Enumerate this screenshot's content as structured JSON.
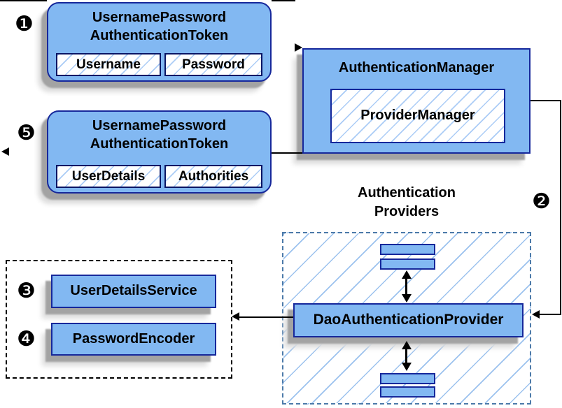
{
  "badges": {
    "step1": "❶",
    "step2": "❷",
    "step3": "❸",
    "step4": "❹",
    "step5": "❺"
  },
  "request_token": {
    "title_line1": "UsernamePassword",
    "title_line2": "AuthenticationToken",
    "field1": "Username",
    "field2": "Password"
  },
  "response_token": {
    "title_line1": "UsernamePassword",
    "title_line2": "AuthenticationToken",
    "field1": "UserDetails",
    "field2": "Authorities"
  },
  "authentication_manager": {
    "title": "AuthenticationManager",
    "provider_manager": "ProviderManager"
  },
  "providers": {
    "heading_line1": "Authentication",
    "heading_line2": "Providers",
    "dao_provider": "DaoAuthenticationProvider"
  },
  "services": {
    "user_details_service": "UserDetailsService",
    "password_encoder": "PasswordEncoder"
  },
  "colors": {
    "node_fill": "#82b8f2",
    "node_border": "#16289b",
    "field_border": "#0a1564",
    "hatch_line_fine": "#abccf6",
    "hatch_line_wide": "#9cc2ee",
    "provider_area_dash": "#4c7aa9",
    "services_area_dash": "#000000",
    "shadow": "#a3a3a3",
    "arrow": "#000000",
    "background": "#ffffff"
  }
}
